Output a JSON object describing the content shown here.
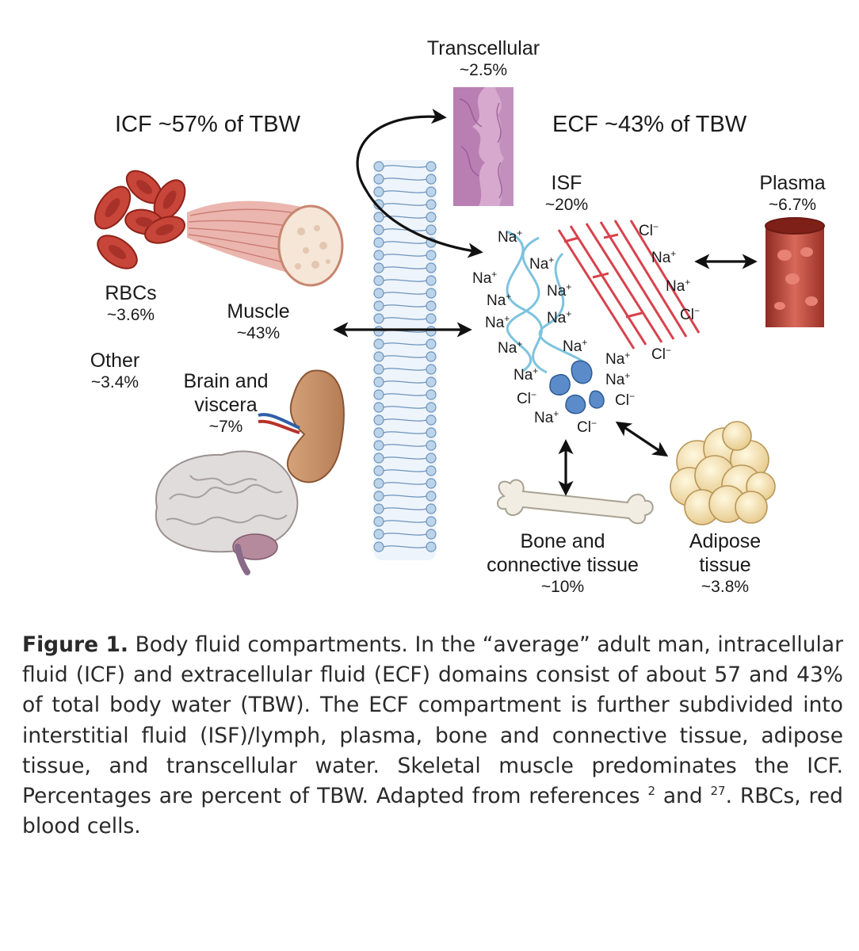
{
  "figure": {
    "icf_heading": "ICF ~57% of TBW",
    "ecf_heading": "ECF ~43% of TBW",
    "compartments": {
      "transcellular": {
        "name": "Transcellular",
        "percent": "~2.5%"
      },
      "isf": {
        "name": "ISF",
        "percent": "~20%"
      },
      "plasma": {
        "name": "Plasma",
        "percent": "~6.7%"
      },
      "rbcs": {
        "name": "RBCs",
        "percent": "~3.6%"
      },
      "muscle": {
        "name": "Muscle",
        "percent": "~43%"
      },
      "other": {
        "name": "Other",
        "percent": "~3.4%"
      },
      "brain": {
        "name_line1": "Brain and",
        "name_line2": "viscera",
        "percent": "~7%"
      },
      "bone": {
        "name_line1": "Bone and",
        "name_line2": "connective tissue",
        "percent": "~10%"
      },
      "adipose": {
        "name_line1": "Adipose",
        "name_line2": "tissue",
        "percent": "~3.8%"
      }
    },
    "ions": {
      "sodium": "Na",
      "chloride": "Cl",
      "sodium_charge": "+",
      "chloride_charge": "−"
    }
  },
  "caption": {
    "label": "Figure 1.",
    "text_1": "Body fluid compartments. In the “average” adult man, intracellular fluid (ICF) and extracellular fluid (ECF) domains consist of about 57 and 43% of total body water (TBW). The ECF compartment is further subdivided into interstitial fluid (ISF)/lymph, plasma, bone and connective tissue, adipose tissue, and transcellular water. Skeletal muscle predominates the ICF. Percentages are percent of TBW. Adapted from references",
    "ref_1": "2",
    "text_2": "and",
    "ref_2": "27",
    "text_3": ". RBCs, red blood cells."
  }
}
